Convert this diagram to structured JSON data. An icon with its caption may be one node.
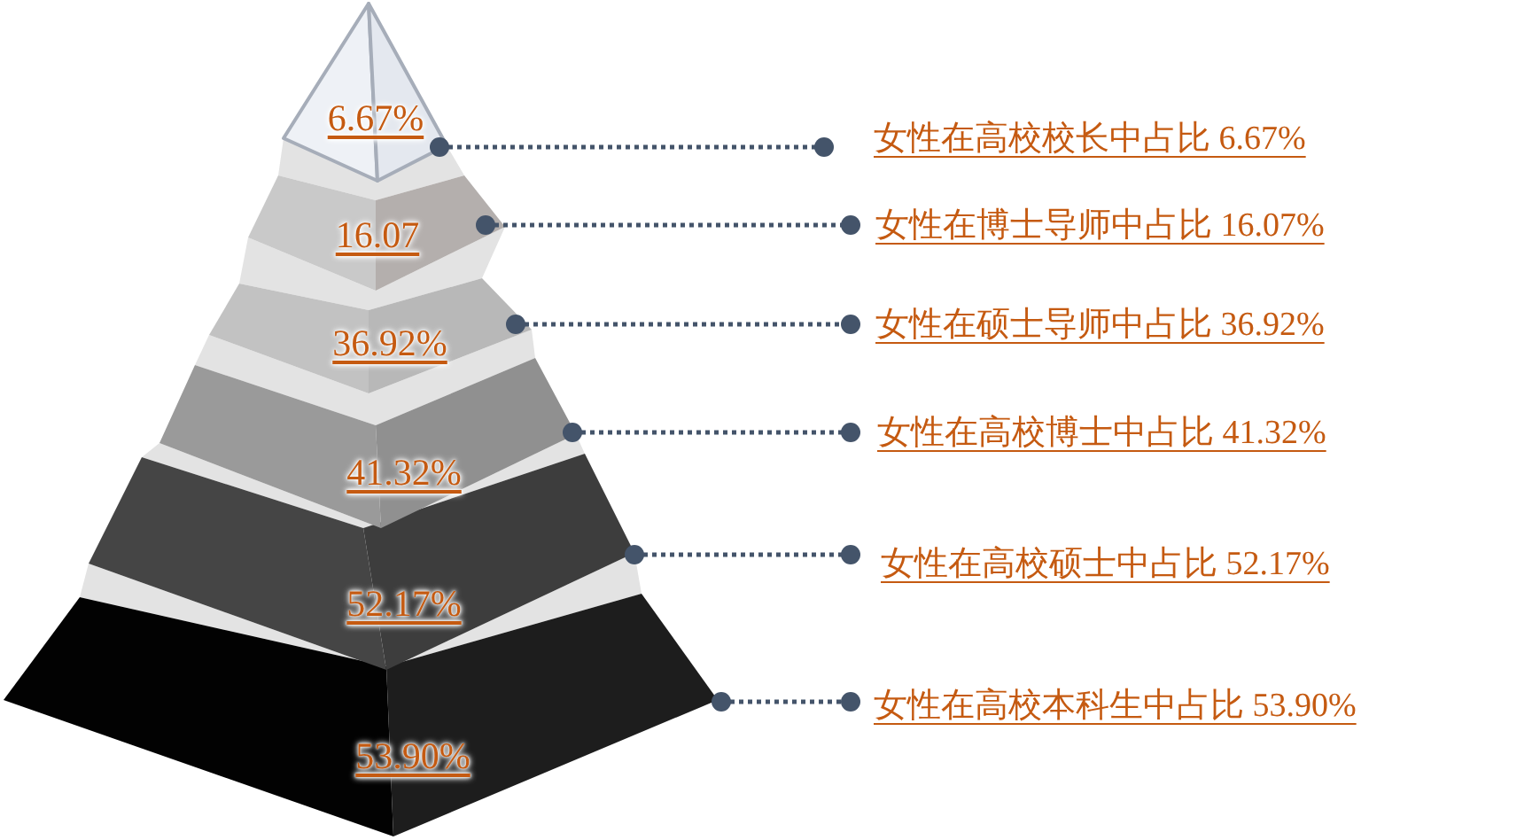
{
  "diagram": {
    "nodes": [
      {
        "text": [
          "6.67%"
        ]
      },
      {
        "text": [
          "16.07"
        ]
      },
      {
        "text": [
          "36.92%"
        ]
      },
      {
        "text": [
          "41.32%"
        ]
      },
      {
        "text": [
          "52.17%"
        ]
      },
      {
        "text": [
          "53.90%"
        ]
      },
      {
        "text": [
          "女性在高校校长中占比 6.67%"
        ]
      },
      {
        "text": [
          "女性在博士导师中占比 16.07%"
        ]
      },
      {
        "text": [
          "女性在硕士导师中占比 36.92%"
        ]
      },
      {
        "text": [
          "女性在高校博士中占比 41.32%"
        ]
      },
      {
        "text": [
          "女性在高校硕士中占比 52.17%"
        ]
      },
      {
        "text": [
          "女性在高校本科生中占比 53.90%"
        ]
      }
    ],
    "edges": [
      {
        "from": 0,
        "to": 6,
        "arrow": "other"
      },
      {
        "from": 1,
        "to": 7,
        "arrow": "other"
      },
      {
        "from": 2,
        "to": 8,
        "arrow": "other"
      },
      {
        "from": 3,
        "to": 9,
        "arrow": "other"
      },
      {
        "from": 4,
        "to": 10,
        "arrow": "other"
      },
      {
        "from": 5,
        "to": 11,
        "arrow": "other"
      }
    ]
  }
}
